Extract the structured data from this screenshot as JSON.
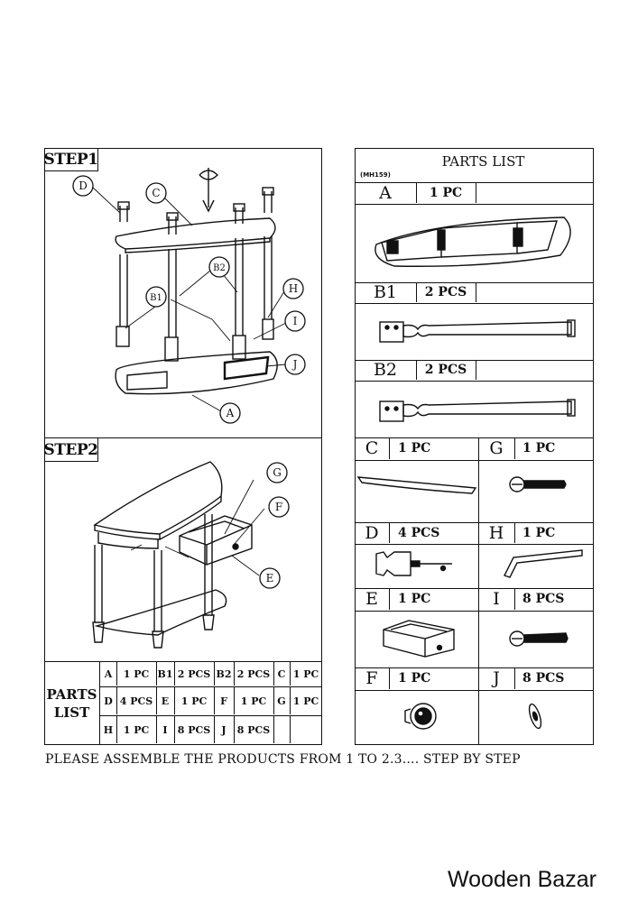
{
  "step1": {
    "heading": "STEP1",
    "callouts": [
      "D",
      "C",
      "B2",
      "H",
      "B1",
      "I",
      "J",
      "A"
    ]
  },
  "step2": {
    "heading": "STEP2",
    "callouts": [
      "G",
      "F",
      "E"
    ]
  },
  "mini_parts": {
    "title_line1": "PARTS",
    "title_line2": "LIST",
    "rows": [
      [
        {
          "code": "A",
          "qty": "1 PC"
        },
        {
          "code": "B1",
          "qty": "2 PCS"
        },
        {
          "code": "B2",
          "qty": "2 PCS"
        },
        {
          "code": "C",
          "qty": "1 PC"
        }
      ],
      [
        {
          "code": "D",
          "qty": "4 PCS"
        },
        {
          "code": "E",
          "qty": "1 PC"
        },
        {
          "code": "F",
          "qty": "1 PC"
        },
        {
          "code": "G",
          "qty": "1 PC"
        }
      ],
      [
        {
          "code": "H",
          "qty": "1 PC"
        },
        {
          "code": "I",
          "qty": "8 PCS"
        },
        {
          "code": "J",
          "qty": "8 PCS"
        }
      ]
    ]
  },
  "parts_list": {
    "title": "PARTS LIST",
    "model": "(MH159)",
    "wide": [
      {
        "code": "A",
        "qty": "1 PC"
      },
      {
        "code": "B1",
        "qty": "2 PCS"
      },
      {
        "code": "B2",
        "qty": "2 PCS"
      }
    ],
    "pairs": [
      [
        {
          "code": "C",
          "qty": "1 PC"
        },
        {
          "code": "G",
          "qty": "1 PC"
        }
      ],
      [
        {
          "code": "D",
          "qty": "4 PCS"
        },
        {
          "code": "H",
          "qty": "1 PC"
        }
      ],
      [
        {
          "code": "E",
          "qty": "1 PC"
        },
        {
          "code": "I",
          "qty": "8 PCS"
        }
      ],
      [
        {
          "code": "F",
          "qty": "1 PC"
        },
        {
          "code": "J",
          "qty": "8 PCS"
        }
      ]
    ]
  },
  "instruction": "PLEASE ASSEMBLE THE PRODUCTS FROM 1 TO 2.3.... STEP BY STEP",
  "watermark": "Wooden Bazar",
  "colors": {
    "ink": "#111111",
    "background": "#ffffff"
  }
}
